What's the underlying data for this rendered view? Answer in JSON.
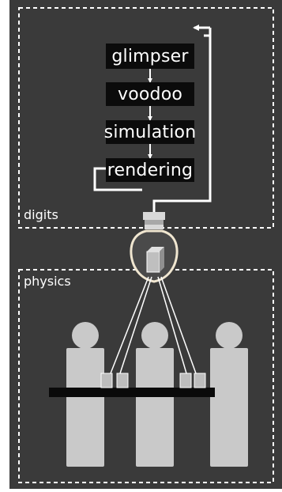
{
  "pipeline": {
    "steps": [
      "glimpser",
      "voodoo",
      "simulation",
      "rendering"
    ]
  },
  "regions": {
    "digits_label": "digits",
    "physics_label": "physics"
  },
  "colors": {
    "background": "#3a3a3a",
    "box_fill": "#0b0b0b",
    "text": "#ffffff",
    "figure": "#c9c9c9",
    "dashed_border": "#ffffff",
    "table": "#0a0a0a"
  }
}
